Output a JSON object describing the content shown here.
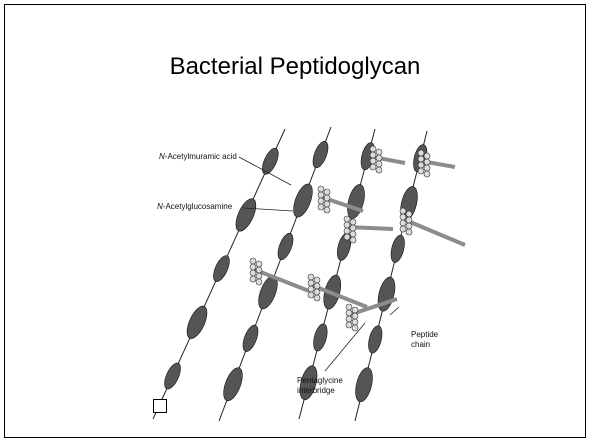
{
  "slide": {
    "title": "Bacterial Peptidoglycan"
  },
  "diagram": {
    "labels": {
      "nam_prefix": "N",
      "nam_rest": "-Acetylmuramic acid",
      "nag_prefix": "N",
      "nag_rest": "-Acetylglucosamine",
      "peptide_line1": "Peptide",
      "peptide_line2": "chain",
      "pentaglycine_line1": "Pentaglycine",
      "pentaglycine_line2": "interbridge"
    },
    "colors": {
      "sugar": "#555555",
      "bead": "#dcdcdc",
      "bridge": "#8c8c8c",
      "line": "#222222"
    }
  },
  "checkbox": {
    "icon": "empty-checkbox-icon"
  }
}
